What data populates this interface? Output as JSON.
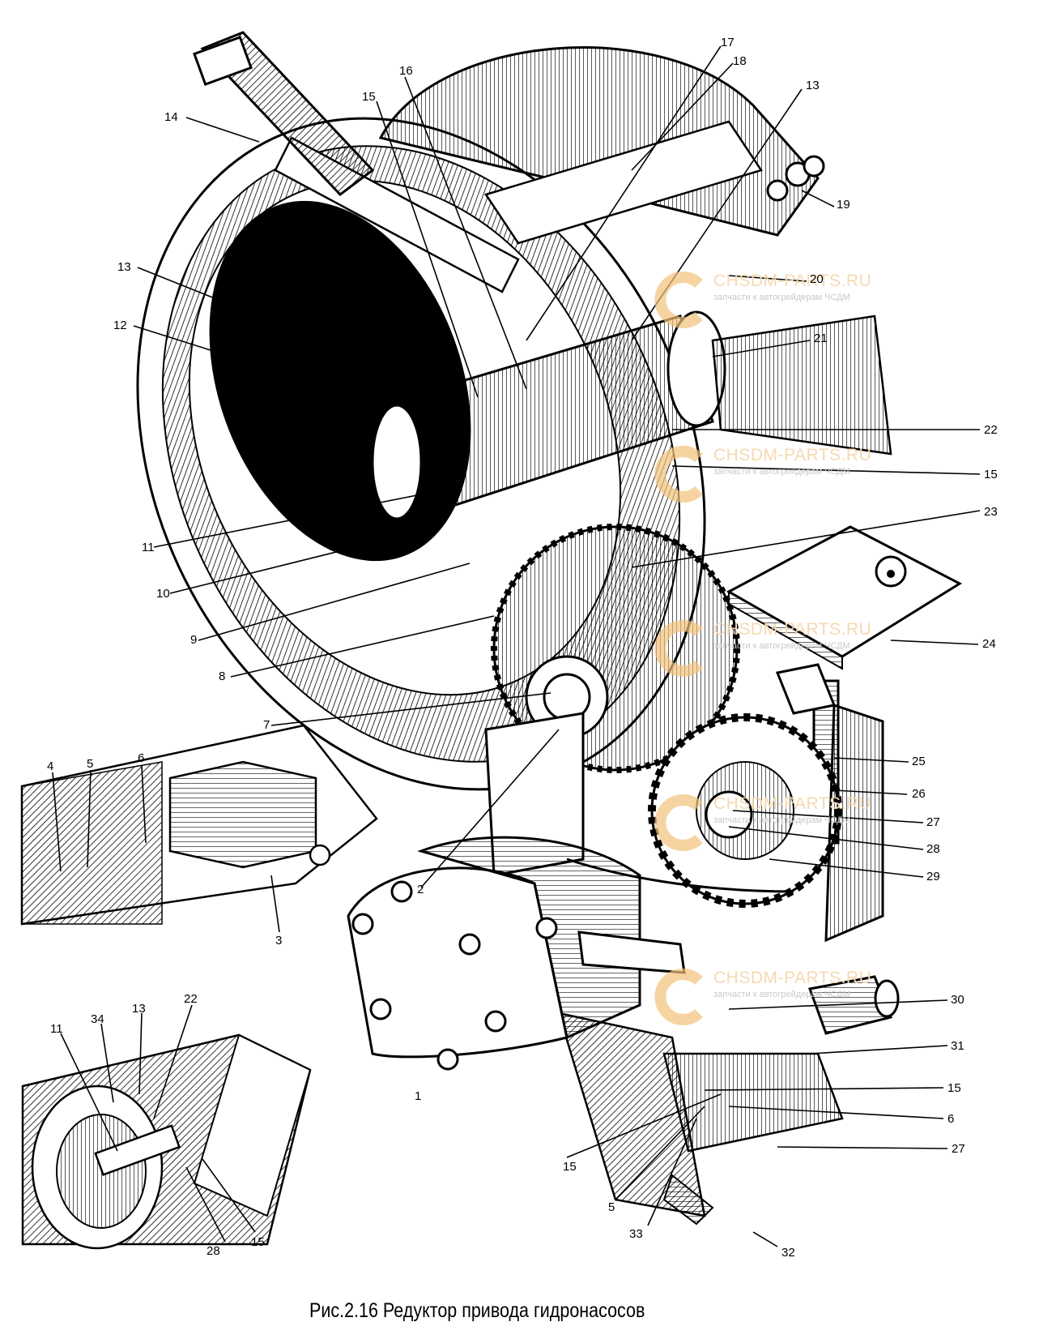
{
  "figure": {
    "caption": "Рис.2.16 Редуктор привода гидронасосов",
    "watermark": {
      "title": "CHSDM-PARTS.RU",
      "subtitle": "запчасти к автогрейдерам ЧСДМ",
      "title_color": "#f6d9b0",
      "subtitle_color": "#c9c9c9",
      "logo_color": "#f2c27a"
    },
    "callouts": [
      {
        "id": "c17",
        "label": "17"
      },
      {
        "id": "c16",
        "label": "16"
      },
      {
        "id": "c18",
        "label": "18"
      },
      {
        "id": "c15a",
        "label": "15"
      },
      {
        "id": "c13a",
        "label": "13"
      },
      {
        "id": "c14",
        "label": "14"
      },
      {
        "id": "c19",
        "label": "19"
      },
      {
        "id": "c20",
        "label": "20"
      },
      {
        "id": "c13b",
        "label": "13"
      },
      {
        "id": "c12",
        "label": "12"
      },
      {
        "id": "c21",
        "label": "21"
      },
      {
        "id": "c22a",
        "label": "22"
      },
      {
        "id": "c15b",
        "label": "15"
      },
      {
        "id": "c11a",
        "label": "11"
      },
      {
        "id": "c23",
        "label": "23"
      },
      {
        "id": "c10",
        "label": "10"
      },
      {
        "id": "c9",
        "label": "9"
      },
      {
        "id": "c24",
        "label": "24"
      },
      {
        "id": "c8",
        "label": "8"
      },
      {
        "id": "c7",
        "label": "7"
      },
      {
        "id": "c25",
        "label": "25"
      },
      {
        "id": "c26",
        "label": "26"
      },
      {
        "id": "c4",
        "label": "4"
      },
      {
        "id": "c5a",
        "label": "5"
      },
      {
        "id": "c6a",
        "label": "6"
      },
      {
        "id": "c27a",
        "label": "27"
      },
      {
        "id": "c28a",
        "label": "28"
      },
      {
        "id": "c2",
        "label": "2"
      },
      {
        "id": "c29",
        "label": "29"
      },
      {
        "id": "c3",
        "label": "3"
      },
      {
        "id": "c30",
        "label": "30"
      },
      {
        "id": "c31",
        "label": "31"
      },
      {
        "id": "c11b",
        "label": "11"
      },
      {
        "id": "c34",
        "label": "34"
      },
      {
        "id": "c13c",
        "label": "13"
      },
      {
        "id": "c22b",
        "label": "22"
      },
      {
        "id": "c15c",
        "label": "15"
      },
      {
        "id": "c6b",
        "label": "6"
      },
      {
        "id": "c1",
        "label": "1"
      },
      {
        "id": "c15d",
        "label": "15"
      },
      {
        "id": "c27b",
        "label": "27"
      },
      {
        "id": "c5b",
        "label": "5"
      },
      {
        "id": "c33",
        "label": "33"
      },
      {
        "id": "c32",
        "label": "32"
      },
      {
        "id": "c28b",
        "label": "28"
      },
      {
        "id": "c15e",
        "label": "15"
      }
    ]
  }
}
